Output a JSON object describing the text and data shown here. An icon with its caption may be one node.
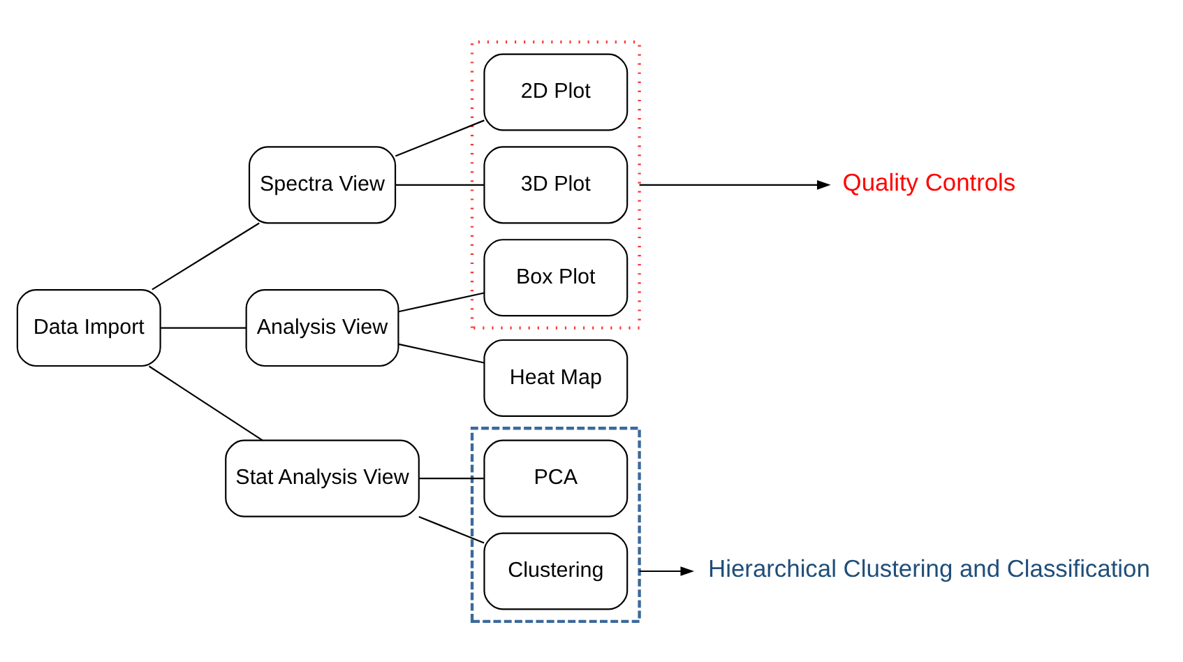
{
  "diagram": {
    "nodes": [
      {
        "text": [
          "Data Import"
        ]
      },
      {
        "text": [
          "Spectra View"
        ]
      },
      {
        "text": [
          "Analysis View"
        ]
      },
      {
        "text": [
          "Stat Analysis View"
        ]
      },
      {
        "text": [],
        "shape": "box"
      },
      {
        "text": [
          "2D Plot"
        ],
        "in": 4
      },
      {
        "text": [
          "3D Plot"
        ],
        "in": 4
      },
      {
        "text": [
          "Box Plot"
        ],
        "in": 4
      },
      {
        "text": [],
        "shape": "box"
      },
      {
        "text": [
          "Heat Map"
        ]
      },
      {
        "text": [
          "PCA"
        ],
        "in": 8
      },
      {
        "text": [
          "Clustering"
        ],
        "in": 8
      },
      {
        "text": [
          "Quality Controls"
        ]
      },
      {
        "text": [
          "Hierarchical Clustering and Classification"
        ]
      }
    ],
    "edges": [
      {
        "from": 0,
        "to": 1,
        "arrow": "none"
      },
      {
        "from": 0,
        "to": 2,
        "arrow": "none"
      },
      {
        "from": 0,
        "to": 3,
        "arrow": "none"
      },
      {
        "from": 1,
        "to": 5,
        "arrow": "none"
      },
      {
        "from": 1,
        "to": 6,
        "arrow": "none"
      },
      {
        "from": 2,
        "to": 7,
        "arrow": "none"
      },
      {
        "from": 2,
        "to": 9,
        "arrow": "none"
      },
      {
        "from": 3,
        "to": 10,
        "arrow": "none"
      },
      {
        "from": 3,
        "to": 11,
        "arrow": "none"
      },
      {
        "from": 4,
        "to": 12,
        "arrow": "to"
      },
      {
        "from": 8,
        "to": 13,
        "arrow": "to"
      }
    ]
  }
}
